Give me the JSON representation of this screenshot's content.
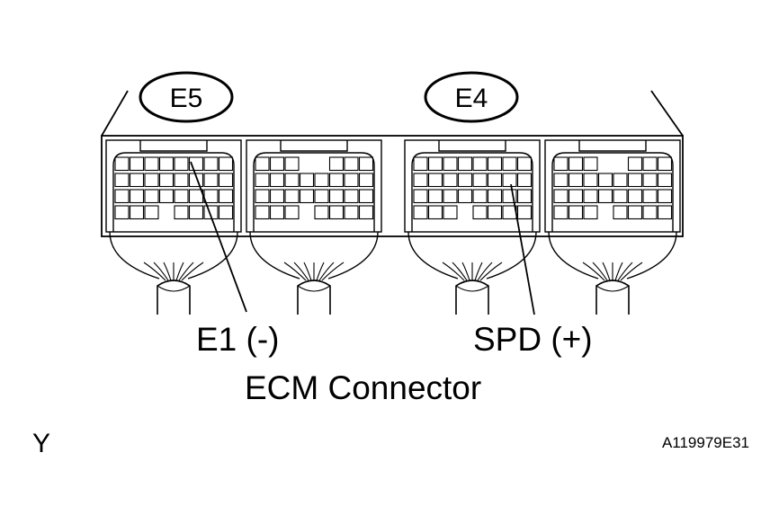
{
  "connectors": [
    {
      "id": "E5"
    },
    {
      "id": "E4"
    }
  ],
  "labels": {
    "e1": "E1 (-)",
    "spd": "SPD (+)",
    "caption": "ECM Connector"
  },
  "footer": {
    "left": "Y",
    "right": "A119979E31"
  }
}
